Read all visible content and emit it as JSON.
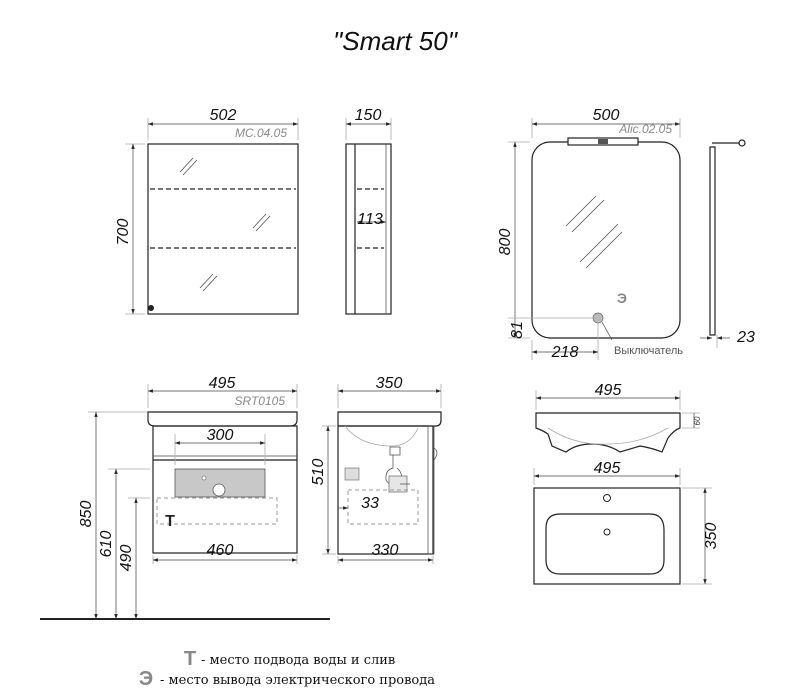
{
  "title": "\"Smart 50\"",
  "mirror_cabinet": {
    "width": "502",
    "depth": "150",
    "height": "700",
    "inner_depth": "113",
    "code": "MC.04.05"
  },
  "mirror": {
    "width": "500",
    "height": "800",
    "side_depth": "23",
    "bottom_offset": "81",
    "switch_offset": "218",
    "switch_label": "Выключатель",
    "code": "Alic.02.05",
    "switch_mark": "Э"
  },
  "vanity": {
    "width": "495",
    "code": "SRT0105",
    "inner_width": "300",
    "bottom_width": "460",
    "height_total": "850",
    "height_610": "610",
    "height_490": "490",
    "pipe_mark": "Т"
  },
  "vanity_side": {
    "depth": "350",
    "height": "510",
    "bottom_depth": "330",
    "pipe_offset": "33"
  },
  "basin": {
    "width_side": "495",
    "thickness": "60",
    "width_top": "495",
    "depth": "350"
  },
  "legend": [
    {
      "mark": "Т",
      "text": "- место подвода воды и слив"
    },
    {
      "mark": "Э",
      "text": "- место вывода электрического провода"
    }
  ]
}
